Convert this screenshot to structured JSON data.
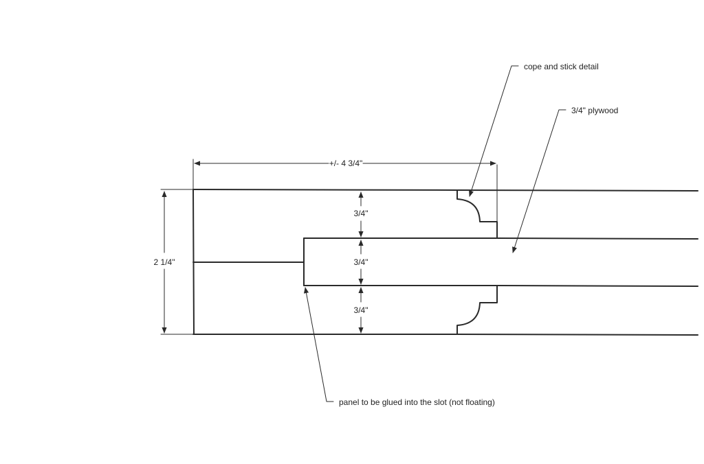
{
  "colors": {
    "ink": "#2a2a2a",
    "background": "#ffffff"
  },
  "annotations": {
    "cope_stick": "cope and stick detail",
    "plywood": "3/4\" plywood",
    "panel_note": "panel to be glued into the slot (not floating)"
  },
  "dimensions": {
    "width": "+/- 4 3/4\"",
    "total_height": "2 1/4\"",
    "layer_top": "3/4\"",
    "layer_middle": "3/4\"",
    "layer_bottom": "3/4\""
  }
}
